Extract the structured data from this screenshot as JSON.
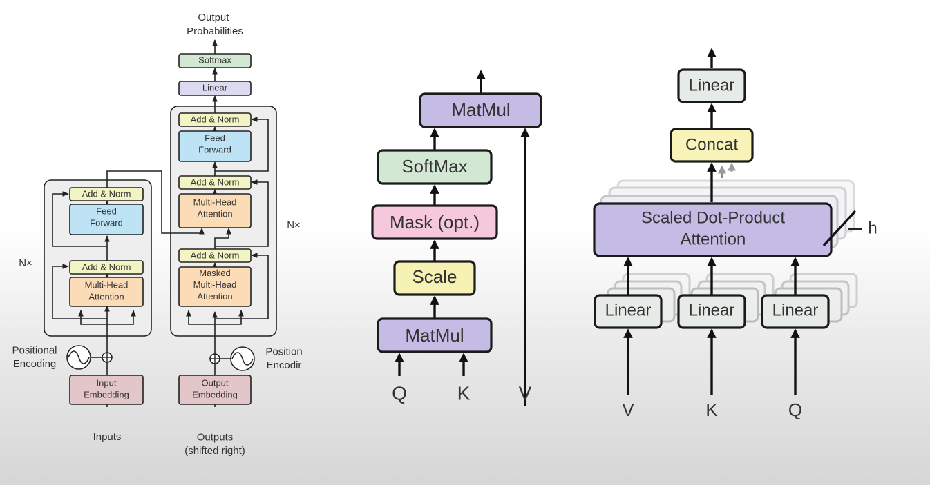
{
  "transformer": {
    "output_probabilities": "Output\nProbabilities",
    "softmax": "Softmax",
    "linear": "Linear",
    "add_norm": "Add & Norm",
    "feed_forward": "Feed\nForward",
    "multi_head_attention": "Multi-Head\nAttention",
    "masked_multi_head_attention": "Masked\nMulti-Head\nAttention",
    "nx_left": "N×",
    "nx_right": "N×",
    "positional_encoding_left": "Positional\nEncoding",
    "positional_encoding_right": "Position\nEncodir",
    "input_embedding": "Input\nEmbedding",
    "output_embedding": "Output\nEmbedding",
    "inputs": "Inputs",
    "outputs": "Outputs\n(shifted right)"
  },
  "scaled_dot_product": {
    "matmul_top": "MatMul",
    "softmax": "SoftMax",
    "mask": "Mask (opt.)",
    "scale": "Scale",
    "matmul_bottom": "MatMul",
    "q": "Q",
    "k": "K",
    "v": "V"
  },
  "multi_head": {
    "linear_top": "Linear",
    "concat": "Concat",
    "sdpa": "Scaled Dot-Product\nAttention",
    "h": "h",
    "linear_v": "Linear",
    "linear_k": "Linear",
    "linear_q": "Linear",
    "v": "V",
    "k": "K",
    "q": "Q"
  },
  "colors": {
    "softmax_green": "#d3e8d3",
    "linear_lavender": "#dcdaf0",
    "add_norm_yellow": "#f2f5c3",
    "feed_forward_blue": "#bde3f5",
    "attention_orange": "#fbdcb6",
    "embedding_pink": "#e3c6c9",
    "matmul_purple": "#c5bce6",
    "mask_pink": "#f6c8dc",
    "scale_yellow": "#f6f2b4",
    "concat_yellow": "#f8f3b8",
    "linear_gray": "#e6ebe8"
  }
}
